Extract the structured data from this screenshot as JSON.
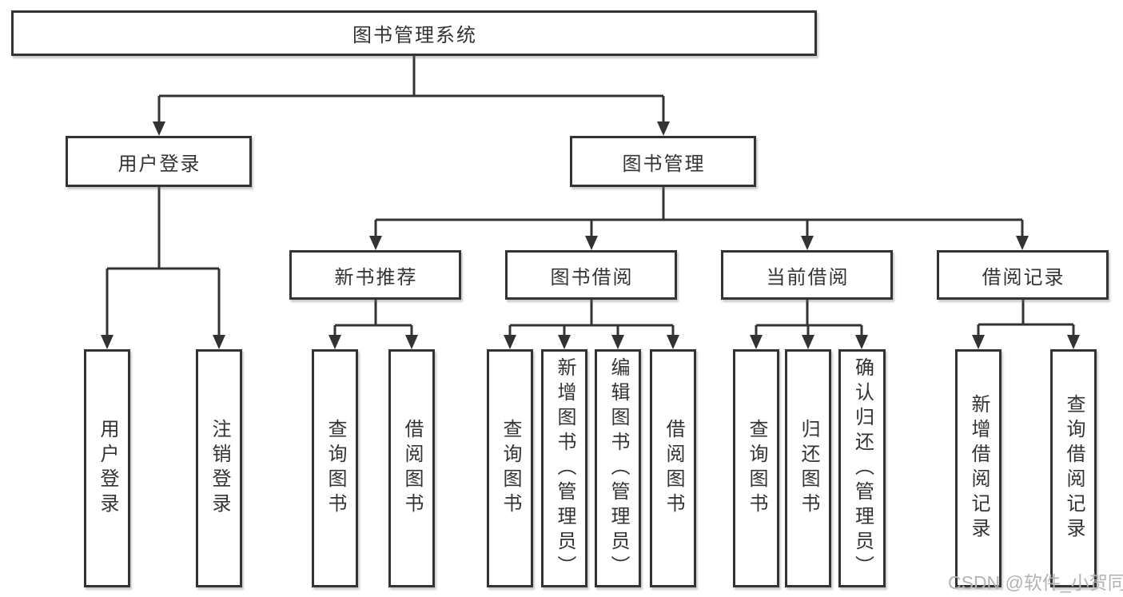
{
  "diagram": {
    "title": "图书管理系统",
    "root": {
      "label": "图书管理系统"
    },
    "level2": [
      {
        "label": "用户登录",
        "parent": "图书管理系统"
      },
      {
        "label": "图书管理",
        "parent": "图书管理系统"
      }
    ],
    "level3": [
      {
        "label": "新书推荐",
        "parent": "图书管理"
      },
      {
        "label": "图书借阅",
        "parent": "图书管理"
      },
      {
        "label": "当前借阅",
        "parent": "图书管理"
      },
      {
        "label": "借阅记录",
        "parent": "图书管理"
      }
    ],
    "leaves": [
      {
        "label": "用户登录",
        "parent": "用户登录"
      },
      {
        "label": "注销登录",
        "parent": "用户登录"
      },
      {
        "label": "查询图书",
        "parent": "新书推荐"
      },
      {
        "label": "借阅图书",
        "parent": "新书推荐"
      },
      {
        "label": "查询图书",
        "parent": "图书借阅"
      },
      {
        "label": "新增图书（管理员）",
        "parent": "图书借阅"
      },
      {
        "label": "编辑图书（管理员）",
        "parent": "图书借阅"
      },
      {
        "label": "借阅图书",
        "parent": "图书借阅"
      },
      {
        "label": "查询图书",
        "parent": "当前借阅"
      },
      {
        "label": "归还图书",
        "parent": "当前借阅"
      },
      {
        "label": "确认归还（管理员）",
        "parent": "当前借阅"
      },
      {
        "label": "新增借阅记录",
        "parent": "借阅记录"
      },
      {
        "label": "查询借阅记录",
        "parent": "借阅记录"
      }
    ]
  },
  "watermark": {
    "text": "CSDN @软件_小贺同学"
  },
  "colors": {
    "line": "#333333",
    "box_border": "#333333",
    "text": "#333333",
    "watermark": "#b3b3b3",
    "background": "#ffffff"
  }
}
